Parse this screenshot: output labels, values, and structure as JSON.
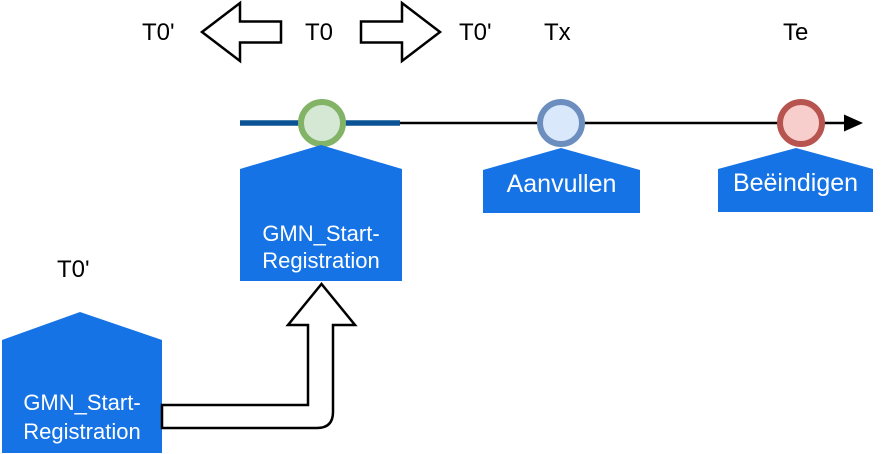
{
  "diagram": {
    "top_row": {
      "t0_prime_left": "T0'",
      "t0": "T0",
      "t0_prime_right": "T0'",
      "tx": "Tx",
      "te": "Te"
    },
    "past_label": "T0'",
    "events": {
      "start": {
        "line1": "GMN_Start-",
        "line2": "Registration"
      },
      "aanvullen": {
        "label": "Aanvullen"
      },
      "beeindigen": {
        "label": "Beëindigen"
      },
      "past_start": {
        "line1": "GMN_Start-",
        "line2": "Registration"
      }
    },
    "colors": {
      "event_blue": "#1673E6",
      "timeline_highlight": "#0B5394",
      "timeline_axis": "#000000",
      "milestone_start_fill": "#D5E8D4",
      "milestone_start_stroke": "#82B366",
      "milestone_mid_fill": "#DAE8FC",
      "milestone_mid_stroke": "#6C8EBF",
      "milestone_end_fill": "#F8CECC",
      "milestone_end_stroke": "#B85450"
    }
  }
}
